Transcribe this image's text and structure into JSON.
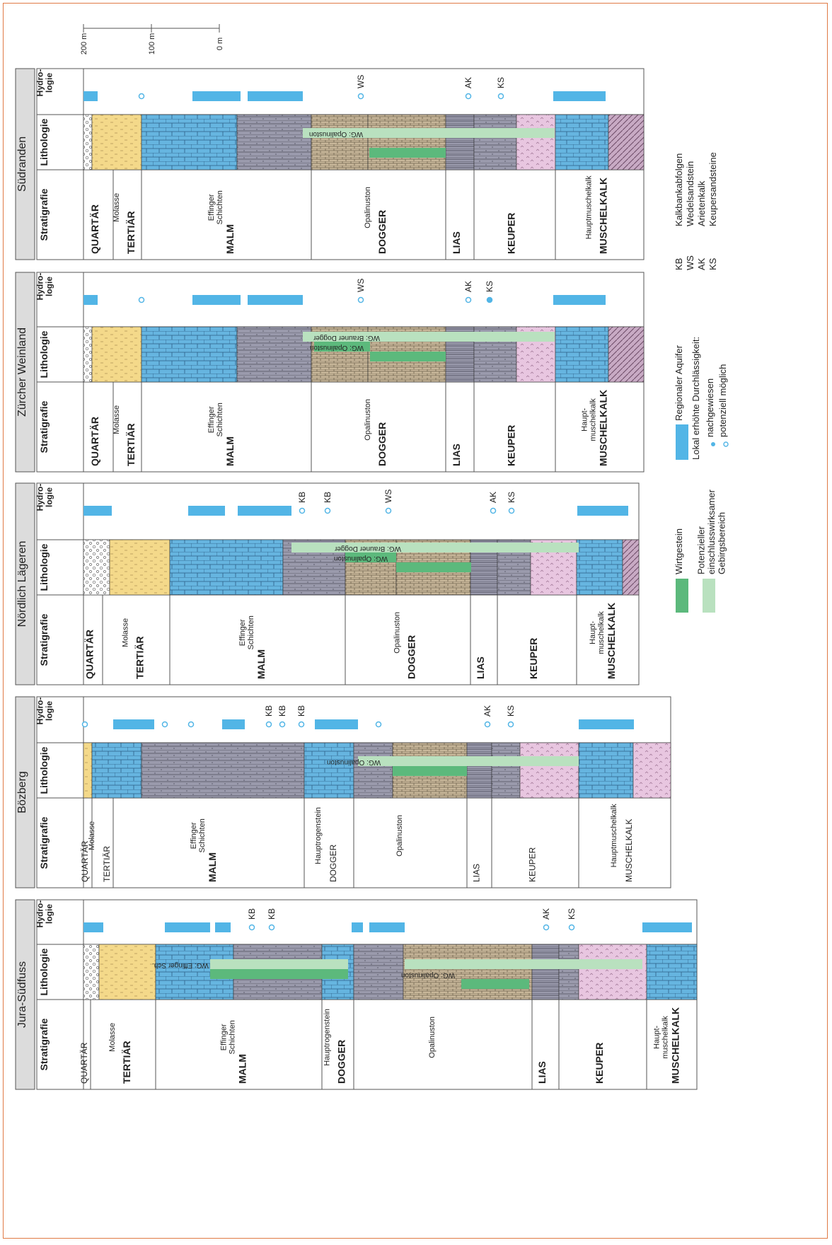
{
  "scale_bar": {
    "labels": [
      "200 m",
      "100 m",
      "0 m"
    ]
  },
  "column_headers": {
    "stratigrafie": "Stratigrafie",
    "lithologie": "Lithologie",
    "hydrologie": "Hydro-\nlogie"
  },
  "profiles": [
    {
      "title": "Südranden",
      "strat": [
        {
          "label": "QUARTÄR",
          "bold": true
        },
        {
          "label": "TERTIÄR",
          "bold": true,
          "sub": "Molasse"
        },
        {
          "label": "MALM",
          "bold": true,
          "sub": "Effinger\nSchichten"
        },
        {
          "label": "DOGGER",
          "bold": true,
          "sub": "Opalinuston"
        },
        {
          "label": "LIAS",
          "bold": true
        },
        {
          "label": "KEUPER",
          "bold": true
        },
        {
          "label": "MUSCHELKALK",
          "bold": true,
          "sub": "Hauptmuschelkalk"
        }
      ],
      "hydro_markers": [
        "WS",
        "AK",
        "KS"
      ],
      "wirtgestein_labels": [
        "WG: Opalinuston"
      ]
    },
    {
      "title": "Zürcher Weinland",
      "strat": [
        {
          "label": "QUARTÄR",
          "bold": true
        },
        {
          "label": "TERTIÄR",
          "bold": true,
          "sub": "Molasse"
        },
        {
          "label": "MALM",
          "bold": true,
          "sub": "Effinger\nSchichten"
        },
        {
          "label": "DOGGER",
          "bold": true,
          "sub": "Opalinuston"
        },
        {
          "label": "LIAS",
          "bold": true
        },
        {
          "label": "KEUPER",
          "bold": true
        },
        {
          "label": "MUSCHELKALK",
          "bold": true,
          "sub": "Haupt-\nmuschelkalk"
        }
      ],
      "hydro_markers": [
        "WS",
        "AK",
        "KS"
      ],
      "wirtgestein_labels": [
        "WG: Brauner Dogger",
        "WG: Opalinuston"
      ]
    },
    {
      "title": "Nördlich Lägeren",
      "strat": [
        {
          "label": "QUARTÄR",
          "bold": true
        },
        {
          "label": "TERTIÄR",
          "bold": true,
          "sub": "Molasse"
        },
        {
          "label": "MALM",
          "bold": true,
          "sub": "Effinger\nSchichten"
        },
        {
          "label": "DOGGER",
          "bold": true,
          "sub": "Opalinuston"
        },
        {
          "label": "LIAS",
          "bold": true
        },
        {
          "label": "KEUPER",
          "bold": true
        },
        {
          "label": "MUSCHELKALK",
          "bold": true,
          "sub": "Haupt-\nmuschelkalk"
        }
      ],
      "hydro_markers": [
        "KB",
        "KB",
        "WS",
        "AK",
        "KS"
      ],
      "wirtgestein_labels": [
        "WG: Brauner Dogger",
        "WG: Opalinuston"
      ]
    },
    {
      "title": "Bözberg",
      "strat": [
        {
          "label": "QUARTÄR",
          "bold": false
        },
        {
          "label": "TERTIÄR",
          "bold": false,
          "sub": "Molasse"
        },
        {
          "label": "MALM",
          "bold": true,
          "sub": "Effinger\nSchichten"
        },
        {
          "label": "DOGGER",
          "bold": false,
          "sub": "Hauptrogenstein"
        },
        {
          "label": "",
          "bold": false,
          "sub": "Opalinuston"
        },
        {
          "label": "LIAS",
          "bold": false
        },
        {
          "label": "KEUPER",
          "bold": false
        },
        {
          "label": "MUSCHELKALK",
          "bold": false,
          "sub": "Hauptmuschelkalk"
        }
      ],
      "hydro_markers": [
        "KB",
        "KB",
        "KB",
        "AK",
        "KS"
      ],
      "wirtgestein_labels": [
        "WG: Opalinuston"
      ]
    },
    {
      "title": "Jura-Südfuss",
      "strat": [
        {
          "label": "QUARTÄR",
          "bold": false
        },
        {
          "label": "TERTIÄR",
          "bold": true,
          "sub": "Molasse"
        },
        {
          "label": "MALM",
          "bold": true,
          "sub": "Effinger\nSchichten"
        },
        {
          "label": "DOGGER",
          "bold": true,
          "sub": "Hauptrogenstein"
        },
        {
          "label": "",
          "bold": false,
          "sub": "Opalinuston"
        },
        {
          "label": "LIAS",
          "bold": true
        },
        {
          "label": "KEUPER",
          "bold": true
        },
        {
          "label": "MUSCHELKALK",
          "bold": true,
          "sub": "Haupt-\nmuschelkalk"
        }
      ],
      "hydro_markers": [
        "KB",
        "KB",
        "AK",
        "KS"
      ],
      "wirtgestein_labels": [
        "WG: Effinger Sch.",
        "WG: Opalinuston"
      ]
    }
  ],
  "legend": {
    "items": [
      {
        "label": "Regionaler Aquifer"
      },
      {
        "label": "Lokal erhöhte Durchlässigkeit:"
      },
      {
        "label": "nachgewiesen"
      },
      {
        "label": "potenziell möglich"
      },
      {
        "label": "Wirtgestein"
      },
      {
        "label": "Potenzieller\neinschlusswirksamer\nGebirgsbereich"
      }
    ],
    "abbreviations": [
      {
        "code": "KB",
        "text": "Kalkbankabfolgen"
      },
      {
        "code": "WS",
        "text": "Wedelsandstein"
      },
      {
        "code": "AK",
        "text": "Arietenkalk"
      },
      {
        "code": "KS",
        "text": "Keupersandsteine"
      }
    ]
  },
  "colors": {
    "tertiary": "#f4d98a",
    "limestone": "#66b5e0",
    "marl": "#9a9aac",
    "clay": "#c8b79a",
    "keuper": "#e8c6e0",
    "aquifer": "#52b5e6",
    "wirtgestein": "#5cb97c",
    "potential": "#b9e1bf",
    "header": "#dcdcdc",
    "line": "#555555"
  }
}
